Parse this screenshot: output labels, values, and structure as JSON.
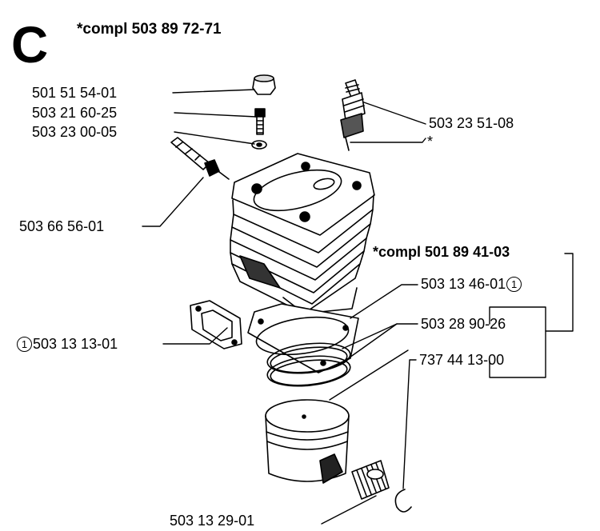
{
  "section_letter": "C",
  "assembly_title": "*compl 503 89 72-71",
  "parts": [
    {
      "id": "cap",
      "number": "501 51 54-01"
    },
    {
      "id": "screw",
      "number": "503 21 60-25"
    },
    {
      "id": "washer",
      "number": "503 23 00-05"
    },
    {
      "id": "spark_plug",
      "number": "503 23 51-08"
    },
    {
      "id": "cylinder",
      "number": "*"
    },
    {
      "id": "valve",
      "number": "503 66 56-01"
    },
    {
      "id": "sub_assembly",
      "number": "*compl 501 89 41-03"
    },
    {
      "id": "base_gasket",
      "number": "503 13 46-01",
      "mark": "1"
    },
    {
      "id": "exhaust_gasket",
      "number": "503 13 13-01",
      "mark": "1"
    },
    {
      "id": "piston_ring",
      "number": "503 28 90-26"
    },
    {
      "id": "piston",
      "number": "737 44 13-00"
    },
    {
      "id": "needle_bearing",
      "number": "503 13 29-01"
    }
  ]
}
